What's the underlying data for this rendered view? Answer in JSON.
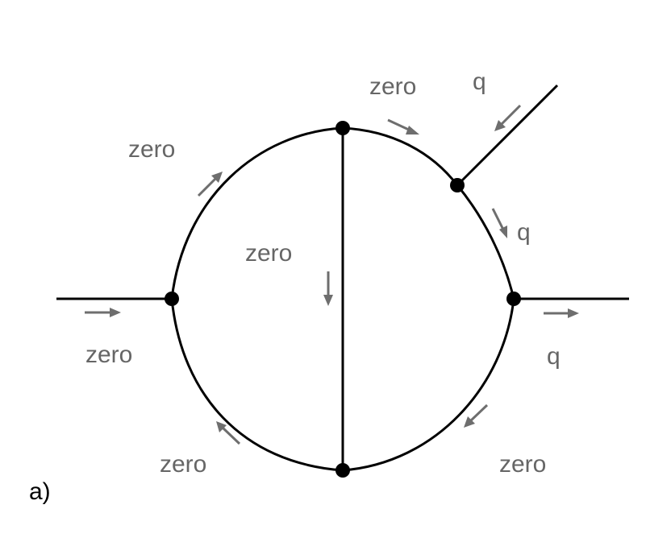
{
  "diagram": {
    "panel_label": "a)",
    "labels": {
      "top_arc": "zero",
      "q_leg_top": "q",
      "upper_left_arc": "zero",
      "right_upper_arc": "q",
      "middle_line": "zero",
      "left_leg": "zero",
      "right_leg": "q",
      "bottom_left_arc": "zero",
      "bottom_right_arc": "zero"
    },
    "colors": {
      "lines": "#000000",
      "arrows": "#6e6e6e",
      "labels": "#666666"
    }
  }
}
